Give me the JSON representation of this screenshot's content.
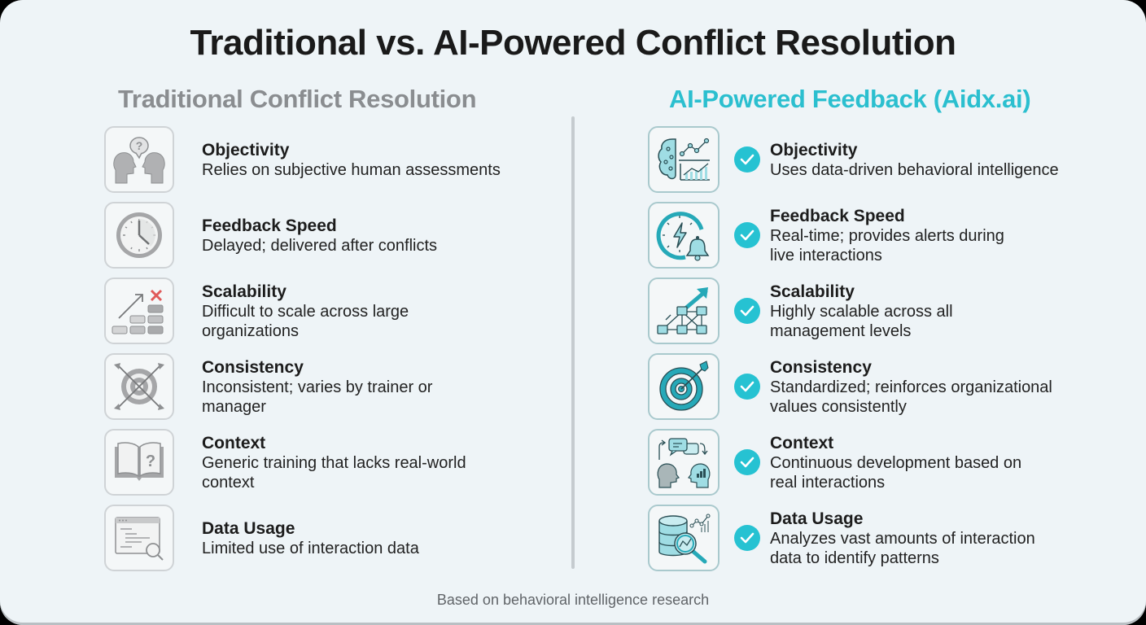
{
  "title": "Traditional vs. AI-Powered Conflict Resolution",
  "left_column": {
    "heading": "Traditional Conflict Resolution",
    "color": "#8a8d90",
    "items": [
      {
        "label": "Objectivity",
        "desc_lines": [
          "Relies on subjective human assessments"
        ],
        "icon": "two-heads-question-icon"
      },
      {
        "label": "Feedback Speed",
        "desc_lines": [
          "Delayed; delivered after conflicts"
        ],
        "icon": "clock-icon"
      },
      {
        "label": "Scalability",
        "desc_lines": [
          "Difficult to scale across large",
          "organizations"
        ],
        "icon": "blocks-with-x-icon"
      },
      {
        "label": "Consistency",
        "desc_lines": [
          "Inconsistent; varies by trainer or",
          "manager"
        ],
        "icon": "target-scattered-arrows-icon"
      },
      {
        "label": "Context",
        "desc_lines": [
          "Generic training that lacks real-world",
          "context"
        ],
        "icon": "book-question-icon"
      },
      {
        "label": "Data Usage",
        "desc_lines": [
          "Limited use of interaction data"
        ],
        "icon": "document-magnifier-icon"
      }
    ]
  },
  "right_column": {
    "heading": "AI-Powered Feedback (Aidx.ai)",
    "color": "#2bbfcf",
    "check_color": "#26c2d2",
    "items": [
      {
        "label": "Objectivity",
        "desc_lines": [
          "Uses data-driven behavioral intelligence"
        ],
        "icon": "brain-chart-icon"
      },
      {
        "label": "Feedback Speed",
        "desc_lines": [
          "Real-time; provides alerts during",
          "live interactions"
        ],
        "icon": "clock-lightning-bell-icon"
      },
      {
        "label": "Scalability",
        "desc_lines": [
          "Highly scalable across all",
          "management levels"
        ],
        "icon": "network-growth-icon"
      },
      {
        "label": "Consistency",
        "desc_lines": [
          "Standardized; reinforces organizational",
          "values consistently"
        ],
        "icon": "target-bullseye-icon"
      },
      {
        "label": "Context",
        "desc_lines": [
          "Continuous development based on",
          "real interactions"
        ],
        "icon": "heads-conversation-icon"
      },
      {
        "label": "Data Usage",
        "desc_lines": [
          "Analyzes vast amounts of interaction",
          "data to identify patterns"
        ],
        "icon": "database-magnifier-icon"
      }
    ]
  },
  "footer": "Based on behavioral intelligence research"
}
